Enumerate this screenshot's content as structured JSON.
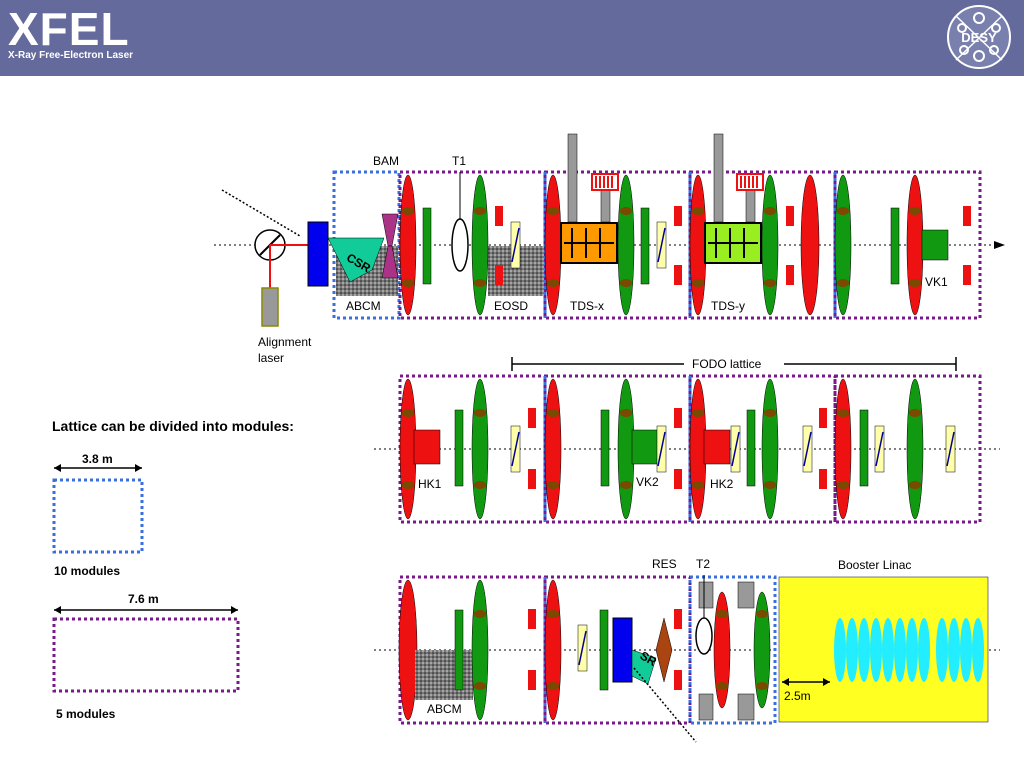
{
  "header": {
    "logo": "XFEL",
    "subtitle": "X-Ray Free-Electron Laser",
    "desy_logo": "DESY"
  },
  "labels": {
    "bam": "BAM",
    "t1": "T1",
    "csr": "CSR",
    "abcm_top": "ABCM",
    "eosd": "EOSD",
    "tds_x": "TDS-x",
    "tds_y": "TDS-y",
    "vk1": "VK1",
    "alignment_laser": "Alignment laser",
    "fodo": "FODO lattice",
    "hk1": "HK1",
    "vk2": "VK2",
    "hk2": "HK2",
    "res": "RES",
    "t2": "T2",
    "booster": "Booster Linac",
    "sr": "SR",
    "abcm_bottom": "ABCM",
    "dist_2_5": "2.5m"
  },
  "legend": {
    "intro": "Lattice can be divided into modules:",
    "small_length": "3.8 m",
    "small_count": "10 modules",
    "large_length": "7.6 m",
    "large_count": "5 modules"
  },
  "colors": {
    "banner": "#656a9c",
    "module_small": "#3a6fe0",
    "module_large": "#7a1a8a",
    "quad_red": "#ee1111",
    "quad_green": "#119911",
    "booster_bg": "#ffff22",
    "cavity": "#22eeff"
  }
}
